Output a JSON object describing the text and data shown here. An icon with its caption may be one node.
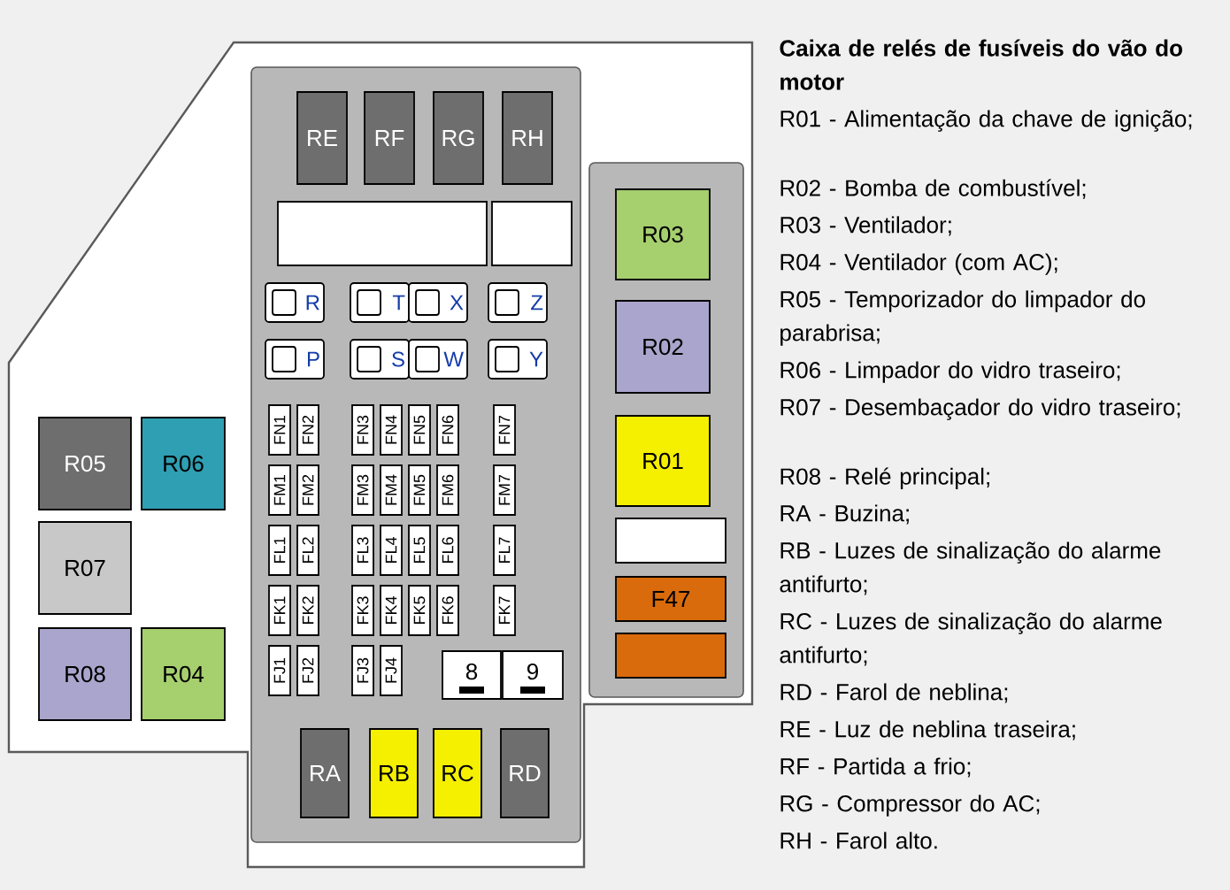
{
  "diagram": {
    "title": "Caixa de relés de fusíveis do vão do motor",
    "nodes": [
      {
        "text": [
          "RE"
        ]
      },
      {
        "text": [
          "RF"
        ]
      },
      {
        "text": [
          "RG"
        ]
      },
      {
        "text": [
          "RH"
        ]
      },
      {
        "text": [],
        "shape": "box"
      },
      {
        "text": [],
        "shape": "box"
      },
      {
        "text": [
          "R03"
        ]
      },
      {
        "text": [
          "R"
        ]
      },
      {
        "text": [
          "T"
        ]
      },
      {
        "text": [
          "X"
        ]
      },
      {
        "text": [
          "Z"
        ]
      },
      {
        "text": [
          "R02"
        ]
      },
      {
        "text": [
          "P"
        ]
      },
      {
        "text": [
          "S"
        ]
      },
      {
        "text": [
          "W"
        ]
      },
      {
        "text": [
          "Y"
        ]
      },
      {
        "text": [
          "R05"
        ]
      },
      {
        "text": [
          "R06"
        ]
      },
      {
        "text": [
          "R01"
        ]
      },
      {
        "text": [
          "FN1"
        ]
      },
      {
        "text": [
          "FN2"
        ]
      },
      {
        "text": [
          "FN3"
        ]
      },
      {
        "text": [
          "FN4"
        ]
      },
      {
        "text": [
          "FN5"
        ]
      },
      {
        "text": [
          "FN6"
        ]
      },
      {
        "text": [
          "FN7"
        ]
      },
      {
        "text": [
          "FM1"
        ]
      },
      {
        "text": [
          "FM2"
        ]
      },
      {
        "text": [
          "FM3"
        ]
      },
      {
        "text": [
          "FM4"
        ]
      },
      {
        "text": [
          "FM5"
        ]
      },
      {
        "text": [
          "FM6"
        ]
      },
      {
        "text": [
          "FM7"
        ]
      },
      {
        "text": [
          "FL1"
        ]
      },
      {
        "text": [
          "FL2"
        ]
      },
      {
        "text": [
          "FL3"
        ]
      },
      {
        "text": [
          "FL4"
        ]
      },
      {
        "text": [
          "FL5"
        ]
      },
      {
        "text": [
          "FL6"
        ]
      },
      {
        "text": [
          "FL7"
        ]
      },
      {
        "text": [
          "FK1"
        ]
      },
      {
        "text": [
          "FK2"
        ]
      },
      {
        "text": [
          "FK3"
        ]
      },
      {
        "text": [
          "FK4"
        ]
      },
      {
        "text": [
          "FK5"
        ]
      },
      {
        "text": [
          "FK6"
        ]
      },
      {
        "text": [
          "FK7"
        ]
      },
      {
        "text": [
          "R07"
        ]
      },
      {
        "text": [],
        "shape": "box"
      },
      {
        "text": [
          "F47"
        ]
      },
      {
        "text": [],
        "shape": "box"
      },
      {
        "text": [
          "R08"
        ]
      },
      {
        "text": [
          "R04"
        ]
      },
      {
        "text": [
          "FJ1"
        ]
      },
      {
        "text": [
          "FJ2"
        ]
      },
      {
        "text": [
          "FJ3"
        ]
      },
      {
        "text": [
          "FJ4"
        ]
      },
      {
        "text": [
          "8"
        ]
      },
      {
        "text": [
          "9"
        ]
      },
      {
        "text": [
          "RA"
        ]
      },
      {
        "text": [
          "RB"
        ]
      },
      {
        "text": [
          "RC"
        ]
      },
      {
        "text": [
          "RD"
        ]
      }
    ],
    "labels": [
      "R01 - Alimentação da chave de ignição;",
      "R02 - Bomba de combustível;",
      "R03 - Ventilador;",
      "R04 - Ventilador (com AC);",
      "R05 - Temporizador do limpador do parabrisa;",
      "R06 - Limpador do vidro traseiro;",
      "R07 - Desembaçador do vidro traseiro;",
      "R08 - Relé principal;",
      "RA - Buzina;",
      "RB - Luzes de sinalização do alarme antifurto;",
      "RC - Luzes de sinalização do alarme antifurto;",
      "RD - Farol de neblina;",
      "RE - Luz de neblina traseira;",
      "RF - Partida a frio;",
      "RG - Compressor do AC;",
      "RH - Farol alto."
    ]
  }
}
